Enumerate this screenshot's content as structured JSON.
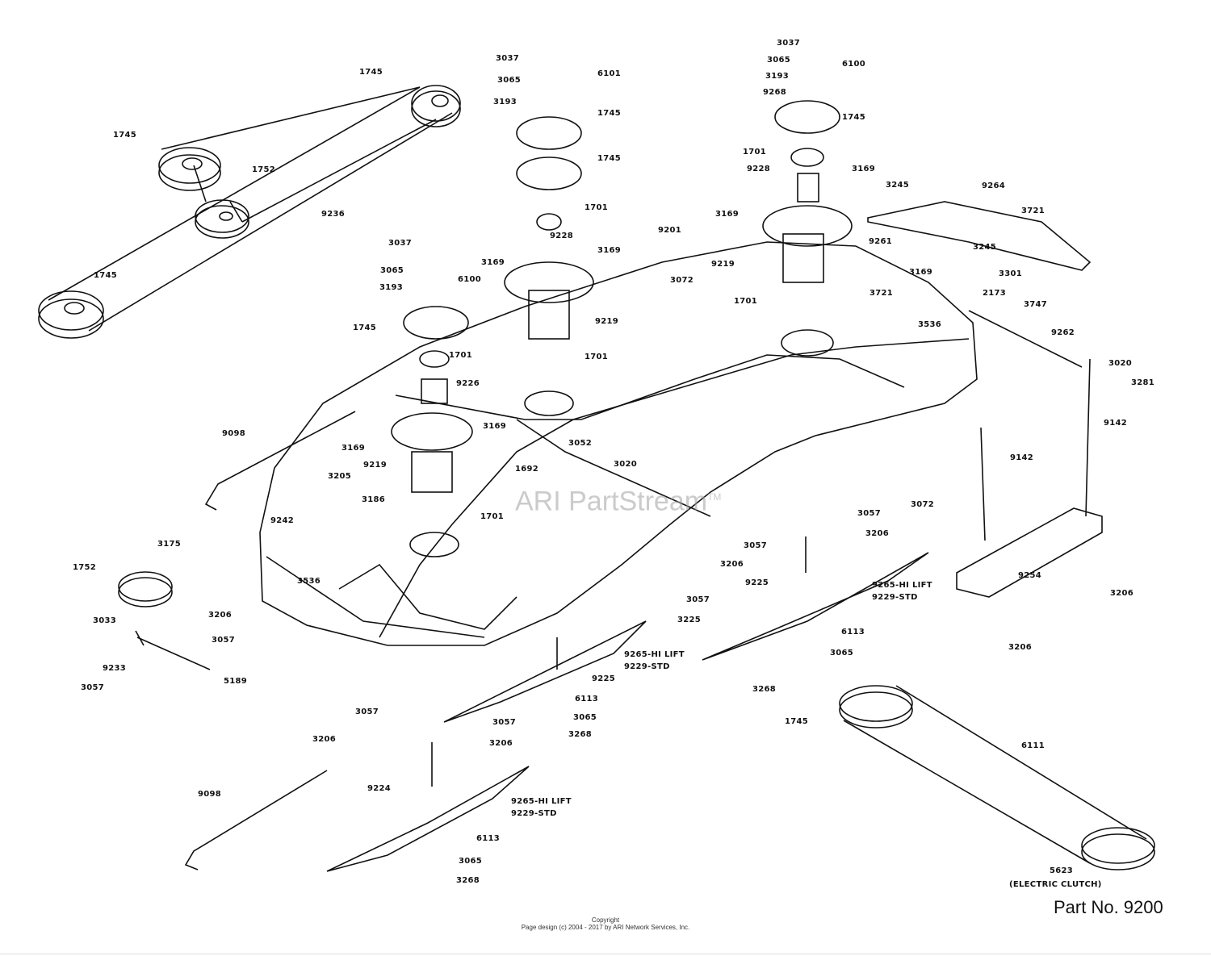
{
  "part_number": "Part No. 9200",
  "copyright": {
    "line1": "Copyright",
    "line2": "Page design (c) 2004 - 2017 by ARI Network Services, Inc."
  },
  "watermark": {
    "text": "ARI PartStream",
    "tm": "TM"
  },
  "callouts": [
    "1745",
    "1745",
    "1752",
    "9236",
    "1745",
    "3037",
    "6101",
    "3065",
    "3193",
    "1745",
    "1745",
    "1701",
    "9228",
    "3169",
    "3169",
    "9201",
    "3072",
    "9219",
    "1701",
    "3037",
    "3065",
    "6100",
    "3193",
    "1745",
    "1701",
    "9226",
    "3169",
    "3169",
    "9098",
    "9219",
    "3205",
    "3186",
    "1692",
    "3052",
    "3020",
    "1701",
    "9242",
    "3536",
    "3175",
    "1752",
    "3033",
    "3206",
    "3057",
    "9233",
    "5189",
    "3057",
    "3037",
    "3065",
    "6100",
    "3193",
    "9268",
    "1745",
    "1701",
    "9228",
    "3169",
    "3245",
    "9264",
    "3169",
    "3721",
    "9261",
    "3245",
    "9219",
    "3169",
    "3301",
    "3721",
    "1701",
    "2173",
    "3747",
    "3536",
    "9262",
    "3020",
    "3281",
    "9142",
    "9142",
    "3072",
    "3057",
    "3206",
    "3057",
    "3206",
    "9225",
    "9265-HI LIFT",
    "9229-STD",
    "9254",
    "3206",
    "3057",
    "3225",
    "3206",
    "6113",
    "3065",
    "3268",
    "9265-HI LIFT",
    "9229-STD",
    "9225",
    "6113",
    "3065",
    "3268",
    "3057",
    "3057",
    "3206",
    "3206",
    "1745",
    "6111",
    "9098",
    "9224",
    "9265-HI LIFT",
    "9229-STD",
    "6113",
    "3065",
    "3268",
    "5623",
    "(ELECTRIC CLUTCH)"
  ]
}
